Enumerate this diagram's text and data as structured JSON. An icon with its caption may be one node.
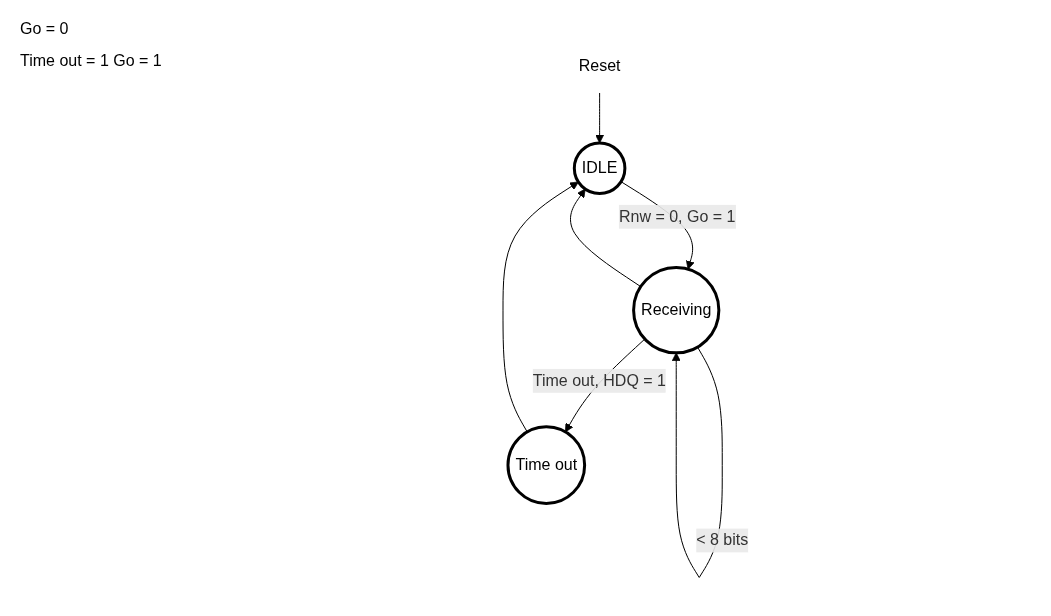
{
  "diagram": {
    "nodes": [
      {
        "text": [
          "IDLE"
        ]
      },
      {
        "text": [
          "Receiving"
        ]
      },
      {
        "text": [
          "Time out"
        ]
      },
      {
        "text": [
          "Reset"
        ]
      }
    ],
    "edges": [
      {
        "from": 3,
        "to": 0,
        "arrow": "to"
      },
      {
        "from": 0,
        "to": 1,
        "arrow": "to",
        "label": "Rnw = 0, Go = 1"
      },
      {
        "from": 1,
        "to": 1,
        "arrow": "to",
        "label": "< 8 bits"
      },
      {
        "from": 1,
        "to": 0,
        "arrow": "to"
      },
      {
        "from": 1,
        "to": 2,
        "arrow": "to",
        "label": "Time out, HDQ = 1"
      },
      {
        "from": 2,
        "to": 0,
        "arrow": "to"
      }
    ],
    "labels": [
      "Go = 0",
      "Time out = 1 Go = 1"
    ]
  }
}
